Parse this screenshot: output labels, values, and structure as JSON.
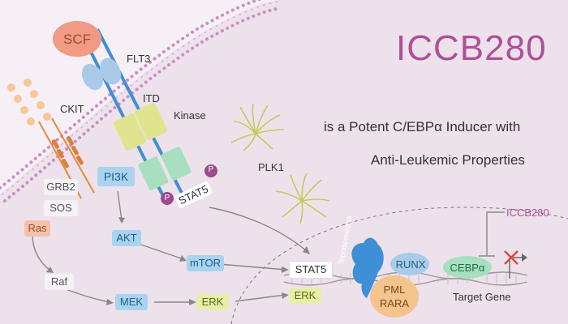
{
  "title": "ICCB280",
  "subtitle_line1": "is a Potent C/EBPα Inducer with",
  "subtitle_line2": "Anti-Leukemic Properties",
  "labels": {
    "scf": "SCF",
    "flt3": "FLT3",
    "itd": "ITD",
    "kinase": "Kinase",
    "ckit": "CKIT",
    "pi3k": "PI3K",
    "p": "P",
    "stat5": "STAT5",
    "plk1": "PLK1",
    "grb2": "GRB2",
    "sos": "SOS",
    "ras": "Ras",
    "raf": "Raf",
    "akt": "AKT",
    "mtor": "mTOR",
    "mek": "MEK",
    "erk": "ERK",
    "nuclear_stat5": "STAT5",
    "nuclear_erk": "ERK",
    "topoisomerase": "Topoisomerase",
    "runx": "RUNX",
    "pml": "PML",
    "rara": "RARA",
    "cebpa": "CEBPα",
    "iccb280_drug": "ICCB280",
    "target_gene": "Target Gene"
  },
  "colors": {
    "title": "#b04f98",
    "background": "#f4ecf3",
    "cytoplasm": "#ede2ec",
    "membrane_dots": "#c98fc4",
    "receptor_blue": "#a9cbe9",
    "kinase_green": "#dfe58f",
    "kinase_teal": "#a8dfc1",
    "scf": "#f19a84",
    "phospho": "#9b4b8e",
    "ckit_orange": "#f5c79a",
    "plk1": "#c9c85a",
    "topoisomerase": "#3f8fd6",
    "pml_rara": "#f5c38c",
    "cebpa": "#a8dfc1",
    "runx": "#a9cbe9"
  }
}
